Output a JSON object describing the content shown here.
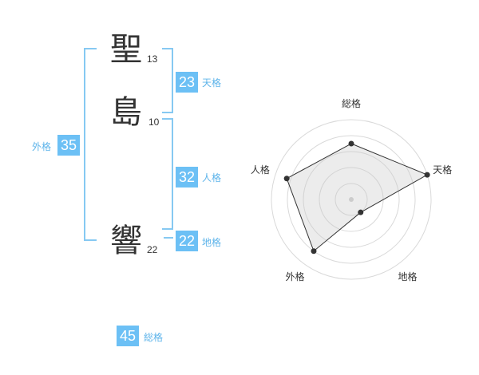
{
  "colors": {
    "accent": "#6cc0f5",
    "bracket": "#86c9f2",
    "label": "#5eb4ea",
    "text": "#333333"
  },
  "name": {
    "chars": [
      {
        "char": "聖",
        "strokes": "13"
      },
      {
        "char": "島",
        "strokes": "10"
      },
      {
        "char": "響",
        "strokes": "22"
      }
    ]
  },
  "fortune": {
    "tenkaku": {
      "value": "23",
      "label": "天格"
    },
    "jinkaku": {
      "value": "32",
      "label": "人格"
    },
    "chikaku": {
      "value": "22",
      "label": "地格"
    },
    "gaikaku": {
      "value": "35",
      "label": "外格"
    },
    "soukaku": {
      "value": "45",
      "label": "総格"
    }
  },
  "chart_data": {
    "type": "radar",
    "axes": [
      "総格",
      "天格",
      "地格",
      "外格",
      "人格"
    ],
    "values": [
      0.7,
      1.0,
      0.2,
      0.8,
      0.85
    ],
    "rings": 5,
    "grid": true
  }
}
